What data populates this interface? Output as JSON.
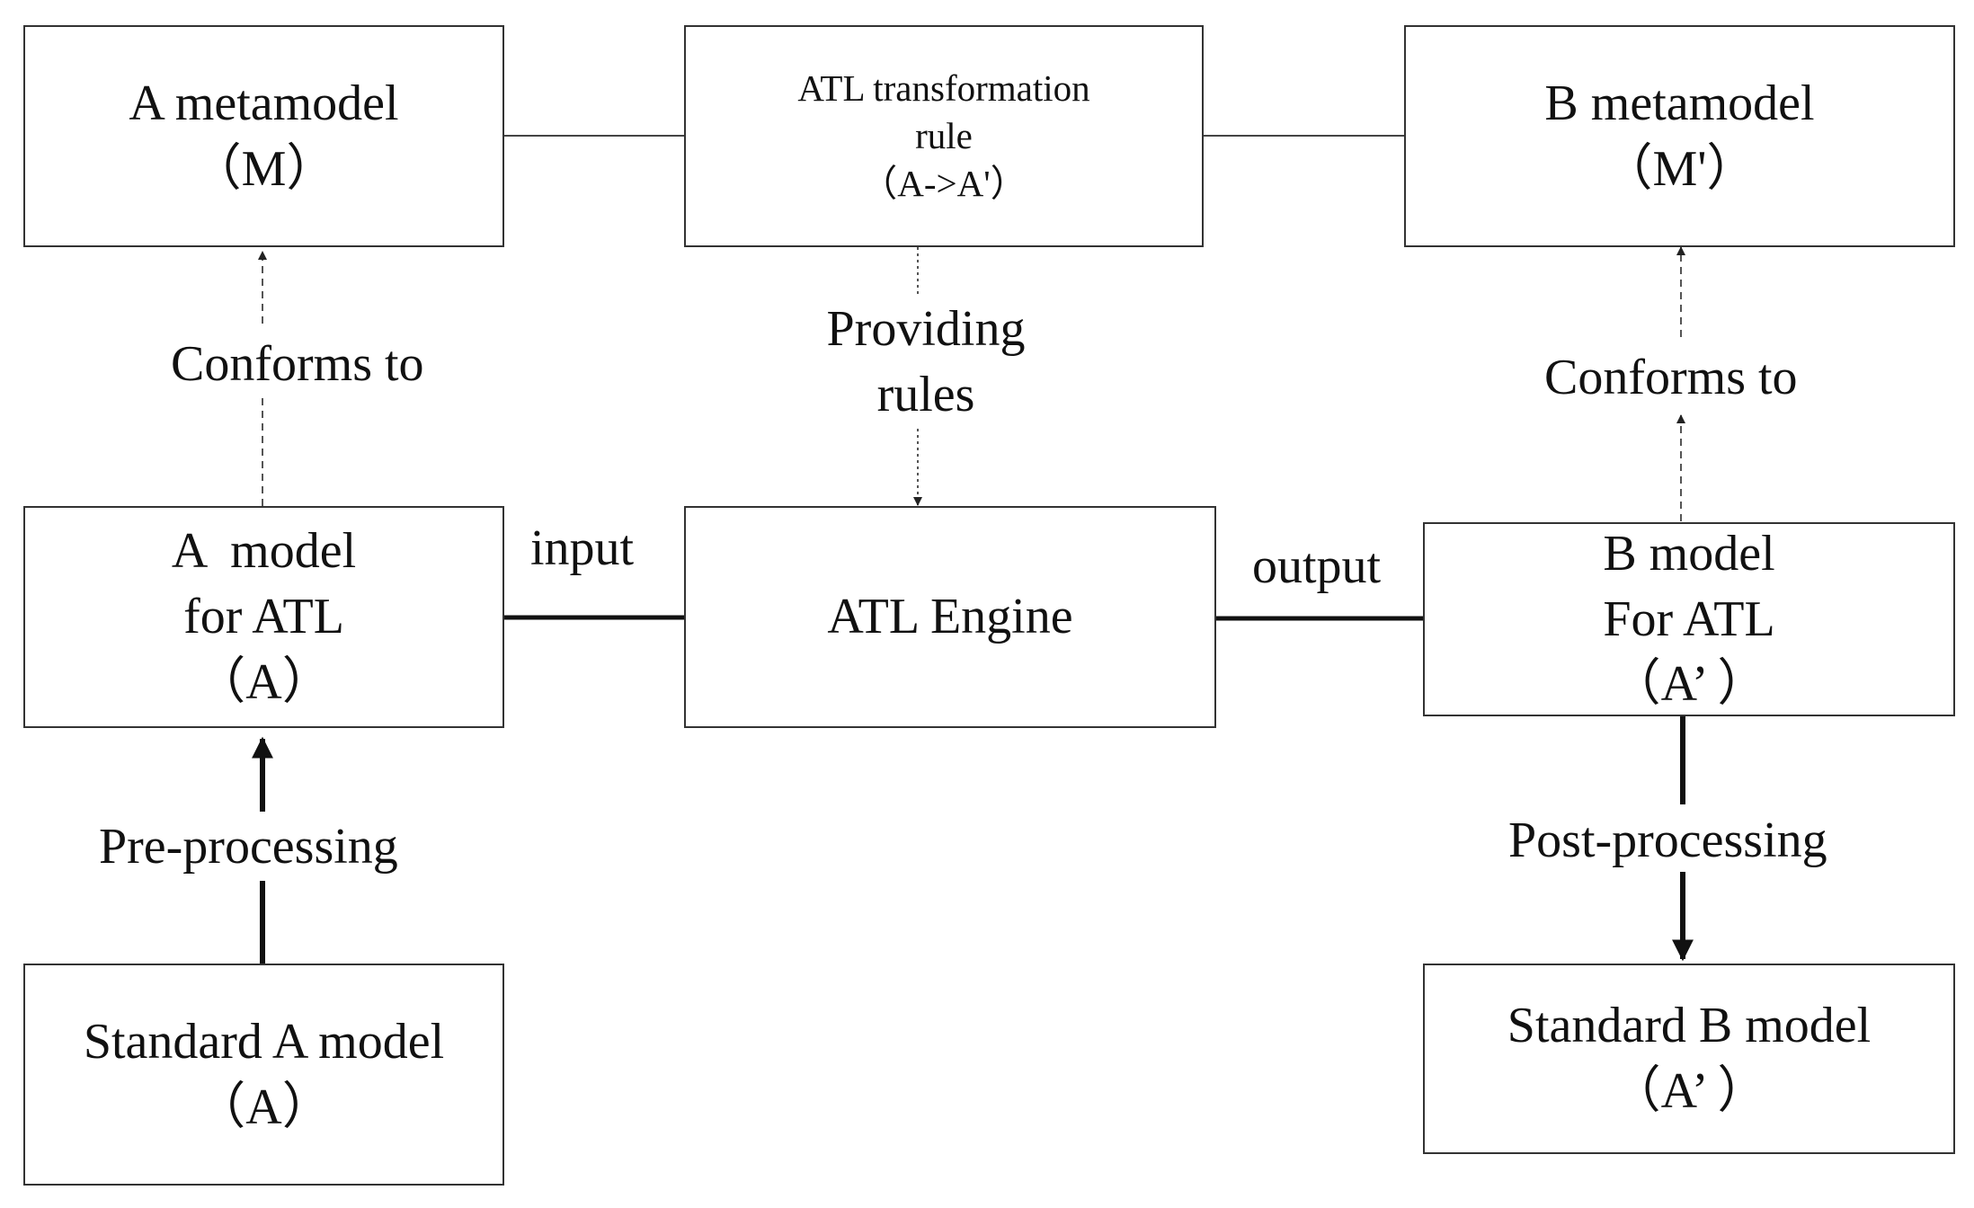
{
  "nodes": {
    "a_metamodel": {
      "lines": [
        "A metamodel",
        "（M）"
      ]
    },
    "atl_rule": {
      "lines": [
        "ATL transformation",
        "rule",
        "（A->A'）"
      ]
    },
    "b_metamodel": {
      "lines": [
        "B metamodel",
        "（M'）"
      ]
    },
    "a_model_atl": {
      "lines": [
        "A  model",
        "for ATL",
        "（A）"
      ]
    },
    "atl_engine": {
      "lines": [
        "ATL Engine"
      ]
    },
    "b_model_atl": {
      "lines": [
        "B model",
        "For ATL",
        "（A’ ）"
      ]
    },
    "standard_a": {
      "lines": [
        "Standard A model",
        "（A）"
      ]
    },
    "standard_b": {
      "lines": [
        "Standard B model",
        "（A’ ）"
      ]
    }
  },
  "edges": {
    "conforms_left": "Conforms to",
    "conforms_right": "Conforms to",
    "providing_rules": [
      "Providing",
      "rules"
    ],
    "input": "input",
    "output": "output",
    "pre_processing": "Pre-processing",
    "post_processing": "Post-processing"
  }
}
